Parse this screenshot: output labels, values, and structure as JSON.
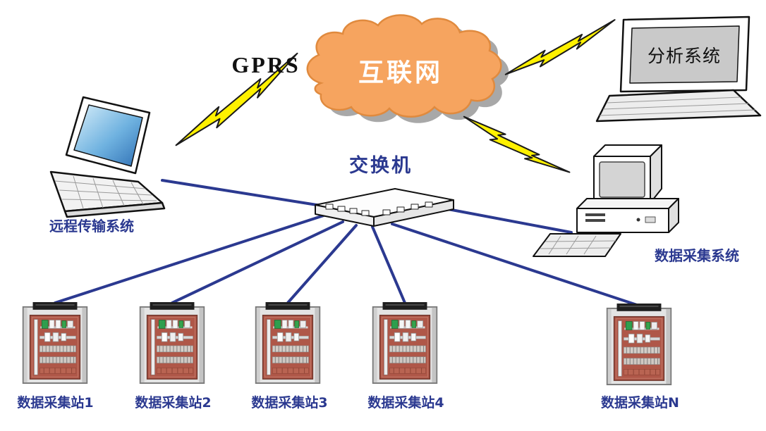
{
  "diagram": {
    "gprs_label": "GPRS",
    "cloud_label": "互联网",
    "switch_label": "交换机",
    "remote_system_label": "远程传输系统",
    "analysis_screen_label": "分析系统",
    "collection_system_label": "数据采集系统",
    "stations": [
      {
        "label": "数据采集站1"
      },
      {
        "label": "数据采集站2"
      },
      {
        "label": "数据采集站3"
      },
      {
        "label": "数据采集站4"
      },
      {
        "label": "数据采集站N"
      }
    ],
    "edges": [
      {
        "from": "远程传输系统",
        "to": "互联网",
        "type": "wireless-gprs"
      },
      {
        "from": "互联网",
        "to": "分析系统",
        "type": "wireless"
      },
      {
        "from": "互联网",
        "to": "数据采集系统",
        "type": "wireless"
      },
      {
        "from": "远程传输系统",
        "to": "交换机",
        "type": "wired"
      },
      {
        "from": "交换机",
        "to": "数据采集系统",
        "type": "wired"
      },
      {
        "from": "交换机",
        "to": "数据采集站1",
        "type": "wired"
      },
      {
        "from": "交换机",
        "to": "数据采集站2",
        "type": "wired"
      },
      {
        "from": "交换机",
        "to": "数据采集站3",
        "type": "wired"
      },
      {
        "from": "交换机",
        "to": "数据采集站4",
        "type": "wired"
      },
      {
        "from": "交换机",
        "to": "数据采集站N",
        "type": "wired"
      }
    ],
    "colors": {
      "cloud_fill": "#F6A45F",
      "cloud_stroke": "#E08A3E",
      "label_blue": "#2B3990",
      "line_blue": "#2B3990",
      "lightning_yellow": "#FFF100"
    }
  }
}
